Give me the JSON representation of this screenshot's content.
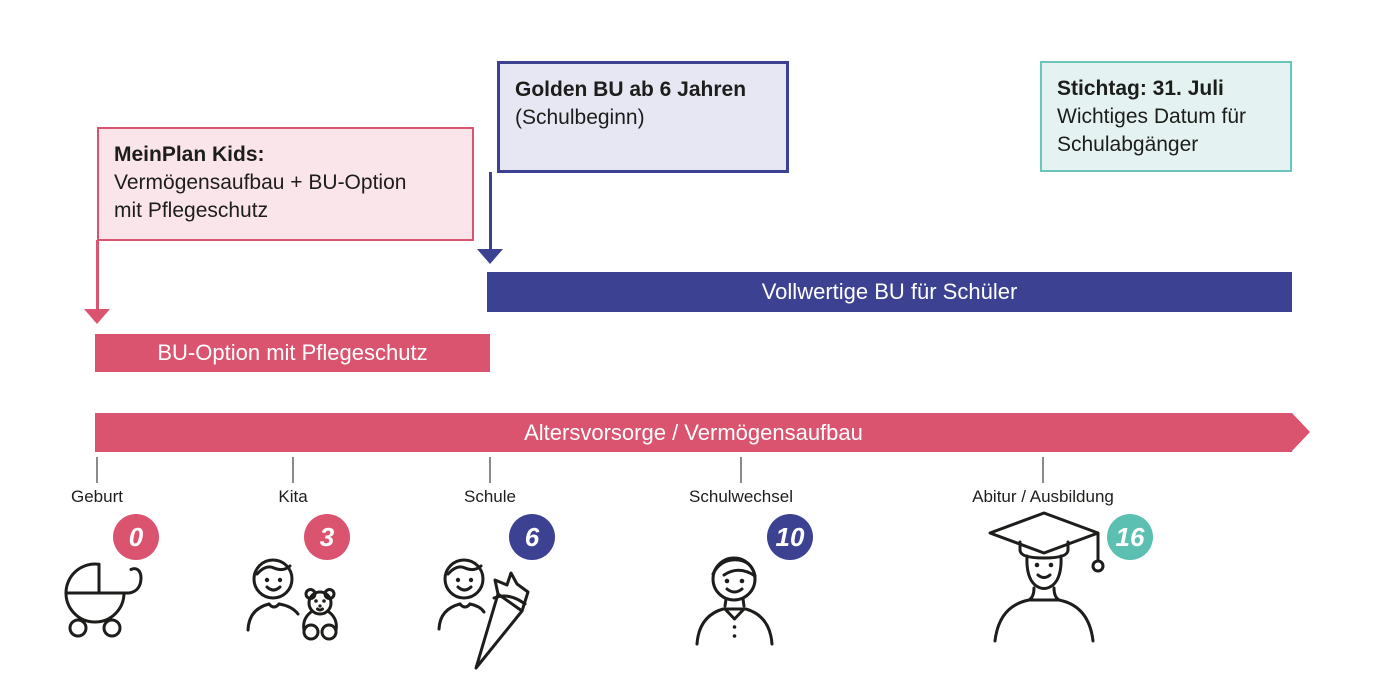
{
  "colors": {
    "pink": "#da5470",
    "pink_light": "#fae6ea",
    "blue": "#3c4192",
    "blue_light": "#e7e7f3",
    "teal": "#5bbfb1",
    "teal_border": "#6cc5ba",
    "teal_light": "#e4f3f1",
    "tick_gray": "#8a8a8a",
    "text": "#1d1d1b",
    "bar_text": "#ffffff"
  },
  "callouts": {
    "meinplan": {
      "title": "MeinPlan Kids:",
      "line1": "Vermögensaufbau + BU-Option",
      "line2": "mit Pflegeschutz"
    },
    "golden_bu": {
      "title": "Golden BU ab 6 Jahren",
      "subtitle": "(Schulbeginn)"
    },
    "stichtag": {
      "title": "Stichtag: 31. Juli",
      "line1": "Wichtiges Datum für",
      "line2": "Schulabgänger"
    }
  },
  "bars": {
    "vollwertige_bu": "Vollwertige BU für Schüler",
    "bu_option": "BU-Option mit Pflegeschutz",
    "altersvorsorge": "Altersvorsorge / Vermögensaufbau"
  },
  "milestones": [
    {
      "label": "Geburt",
      "age": "0",
      "badge_color": "#da5470",
      "icon": "pram-icon"
    },
    {
      "label": "Kita",
      "age": "3",
      "badge_color": "#da5470",
      "icon": "child-with-teddy-icon"
    },
    {
      "label": "Schule",
      "age": "6",
      "badge_color": "#3c4192",
      "icon": "child-with-school-cone-icon"
    },
    {
      "label": "Schulwechsel",
      "age": "10",
      "badge_color": "#3c4192",
      "icon": "pupil-icon"
    },
    {
      "label": "Abitur / Ausbildung",
      "age": "16",
      "badge_color": "#5bbfb1",
      "icon": "graduate-icon"
    }
  ]
}
